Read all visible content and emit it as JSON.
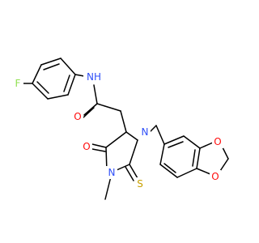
{
  "molecule": {
    "atoms": {
      "F": {
        "text": "F",
        "color": "#90e050"
      },
      "NH": {
        "text": "NH",
        "color": "#3050f8"
      },
      "O1": {
        "text": "O",
        "color": "#ff0d0d"
      },
      "N1": {
        "text": "N",
        "color": "#3050f8"
      },
      "N2": {
        "text": "N",
        "color": "#3050f8"
      },
      "O2": {
        "text": "O",
        "color": "#ff0d0d"
      },
      "S": {
        "text": "S",
        "color": "#c8a000"
      },
      "O3": {
        "text": "O",
        "color": "#ff0d0d"
      },
      "O4": {
        "text": "O",
        "color": "#ff0d0d"
      }
    }
  }
}
